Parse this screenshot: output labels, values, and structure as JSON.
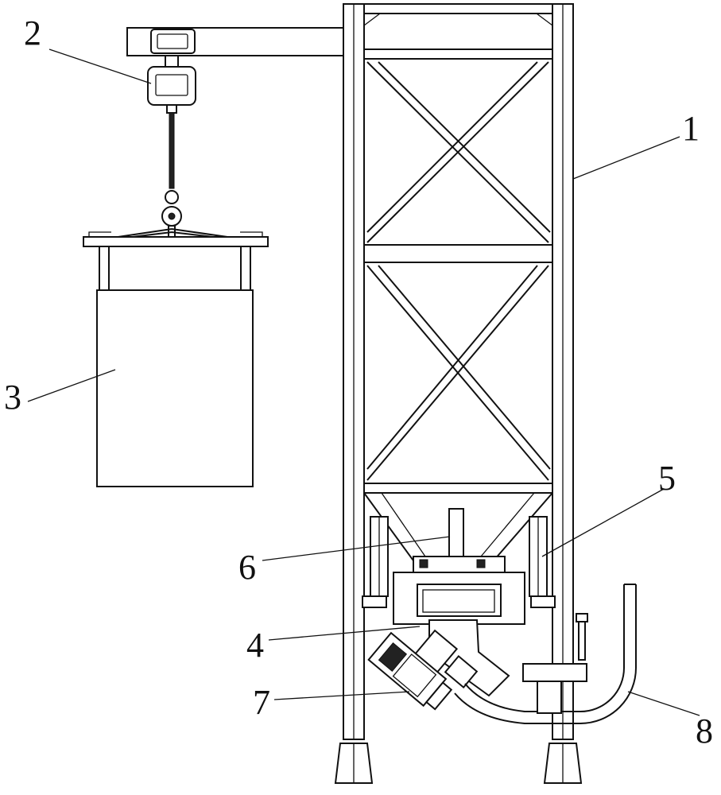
{
  "figure": {
    "labels": {
      "frame": "1",
      "hoist": "2",
      "bucket": "3",
      "chute": "4",
      "cylinder": "5",
      "hopper": "6",
      "motor": "7",
      "pipe": "8"
    }
  }
}
